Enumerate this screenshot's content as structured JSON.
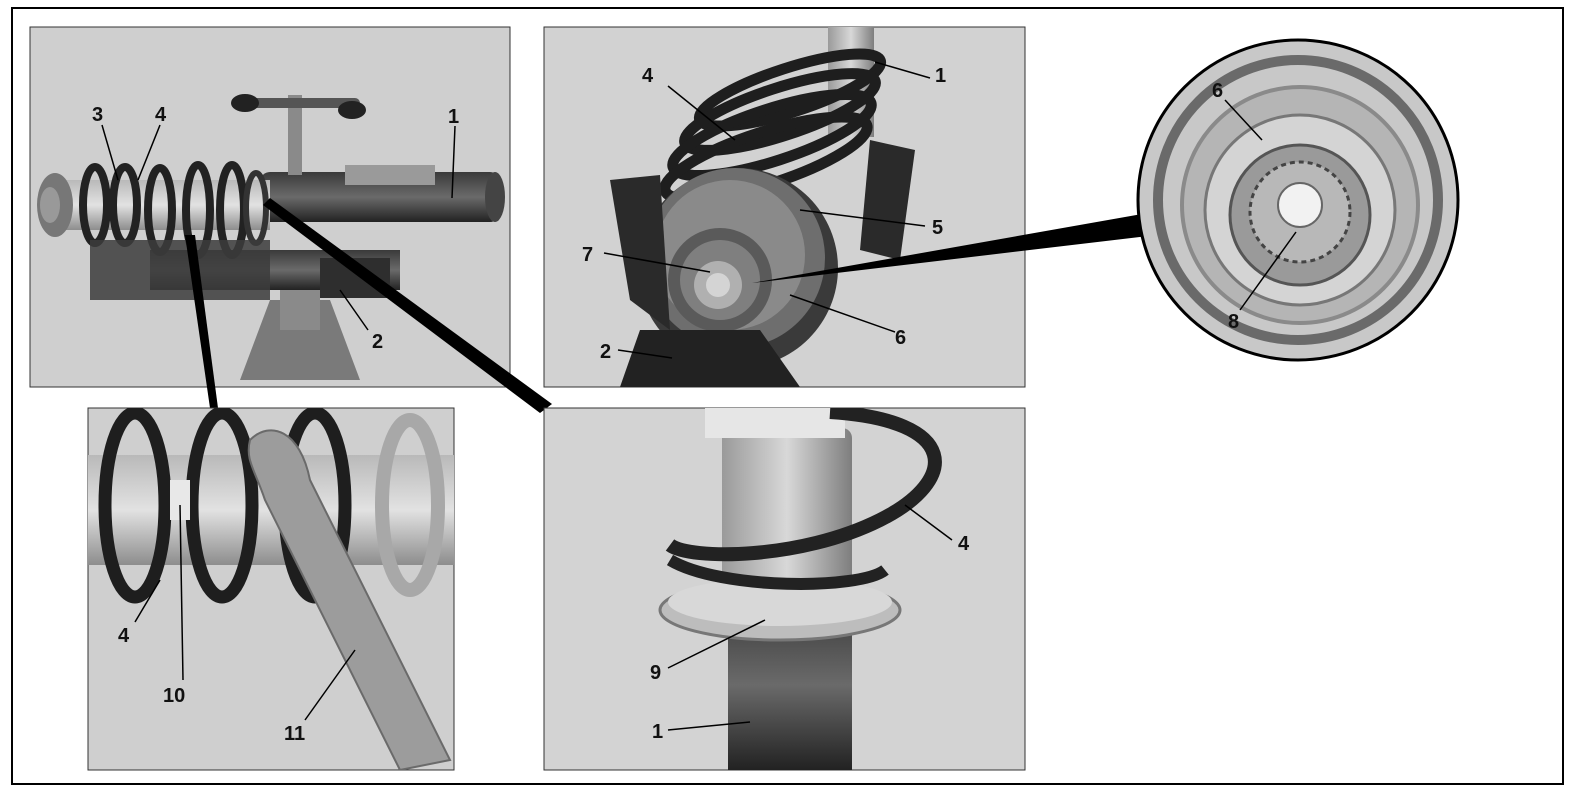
{
  "figure": {
    "panels": [
      {
        "id": "top-left",
        "callouts": [
          "1",
          "2",
          "3",
          "4"
        ]
      },
      {
        "id": "top-middle",
        "callouts": [
          "1",
          "2",
          "4",
          "5",
          "6",
          "7"
        ]
      },
      {
        "id": "detail-circle",
        "callouts": [
          "6",
          "8"
        ]
      },
      {
        "id": "bottom-left",
        "callouts": [
          "4",
          "10",
          "11"
        ]
      },
      {
        "id": "bottom-middle",
        "callouts": [
          "1",
          "4",
          "9"
        ]
      }
    ]
  }
}
